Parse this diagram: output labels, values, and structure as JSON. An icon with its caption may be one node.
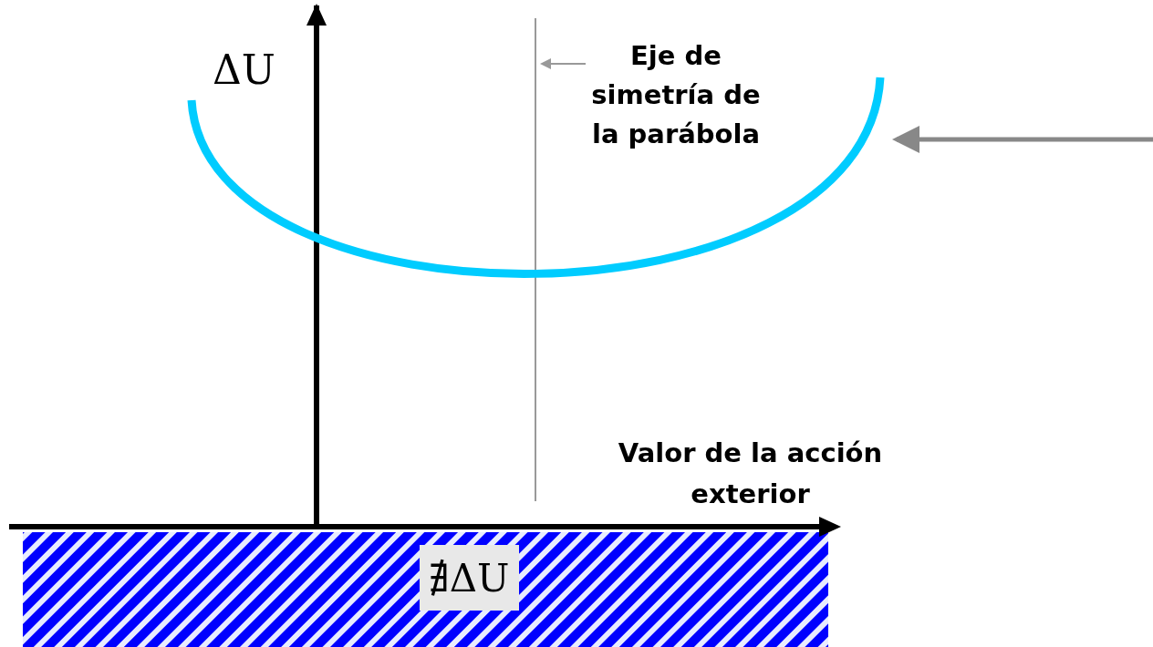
{
  "diagram": {
    "nodes": [
      {
        "text": [
          "Eje de simetría de la parábola"
        ]
      },
      {
        "text": [],
        "shape": "bar"
      },
      {
        "text": [],
        "shape": "curve"
      }
    ],
    "edges": [
      {
        "from": 0,
        "to": 1,
        "arrow": "to"
      },
      {
        "from": null,
        "to": 2,
        "arrow": "to",
        "style": "thick"
      }
    ],
    "labels": [
      "ΔU",
      "Valor de la acción exterior",
      "∄ΔU"
    ]
  }
}
